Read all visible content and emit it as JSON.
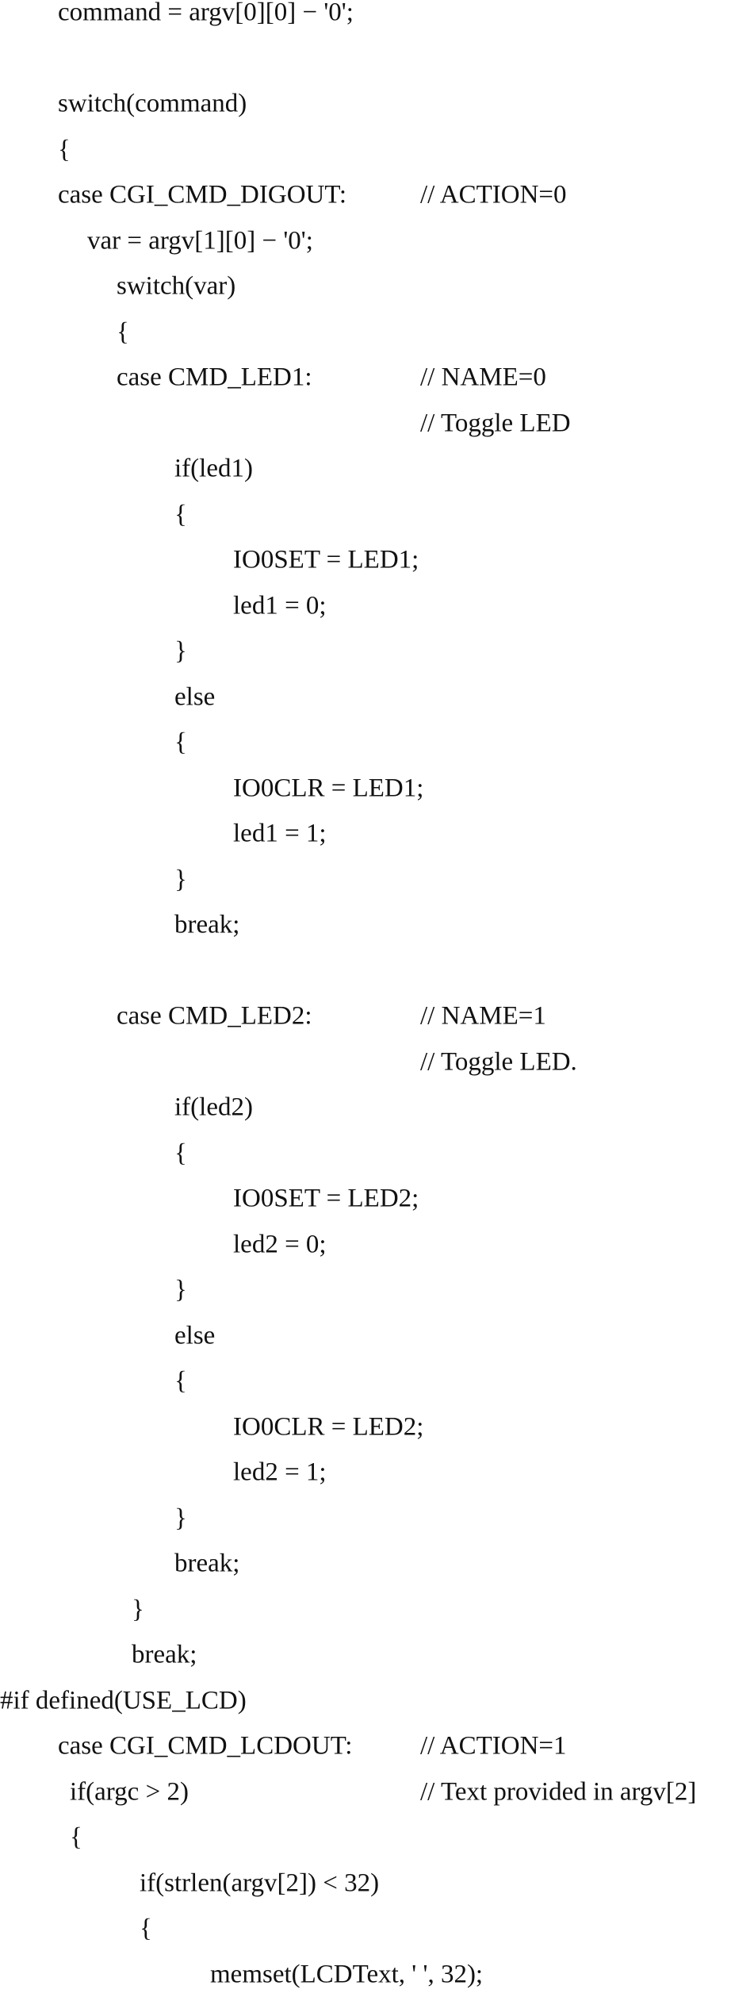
{
  "lines": [
    {
      "code": "command = argv[0][0] − '0';",
      "comment": ""
    },
    {
      "code": "",
      "comment": ""
    },
    {
      "code": "switch(command)",
      "comment": ""
    },
    {
      "code": "{",
      "comment": ""
    },
    {
      "code": "case CGI_CMD_DIGOUT:",
      "comment": "// ACTION=0"
    },
    {
      "code": "var = argv[1][0] − '0';",
      "comment": ""
    },
    {
      "code": "switch(var)",
      "comment": ""
    },
    {
      "code": "{",
      "comment": ""
    },
    {
      "code": "case CMD_LED1:",
      "comment": "// NAME=0"
    },
    {
      "code": "",
      "comment": "// Toggle LED"
    },
    {
      "code": "if(led1)",
      "comment": ""
    },
    {
      "code": "{",
      "comment": ""
    },
    {
      "code": "IO0SET = LED1;",
      "comment": ""
    },
    {
      "code": "led1 = 0;",
      "comment": ""
    },
    {
      "code": "}",
      "comment": ""
    },
    {
      "code": "else",
      "comment": ""
    },
    {
      "code": "{",
      "comment": ""
    },
    {
      "code": "IO0CLR = LED1;",
      "comment": ""
    },
    {
      "code": "led1 = 1;",
      "comment": ""
    },
    {
      "code": "}",
      "comment": ""
    },
    {
      "code": "break;",
      "comment": ""
    },
    {
      "code": "",
      "comment": ""
    },
    {
      "code": "case CMD_LED2:",
      "comment": "// NAME=1"
    },
    {
      "code": "",
      "comment": "// Toggle LED."
    },
    {
      "code": "if(led2)",
      "comment": ""
    },
    {
      "code": "{",
      "comment": ""
    },
    {
      "code": "IO0SET = LED2;",
      "comment": ""
    },
    {
      "code": "led2 = 0;",
      "comment": ""
    },
    {
      "code": "}",
      "comment": ""
    },
    {
      "code": "else",
      "comment": ""
    },
    {
      "code": "{",
      "comment": ""
    },
    {
      "code": "IO0CLR = LED2;",
      "comment": ""
    },
    {
      "code": "led2 = 1;",
      "comment": ""
    },
    {
      "code": "}",
      "comment": ""
    },
    {
      "code": "break;",
      "comment": ""
    },
    {
      "code": "}",
      "comment": ""
    },
    {
      "code": "break;",
      "comment": ""
    },
    {
      "code": "#if defined(USE_LCD)",
      "comment": ""
    },
    {
      "code": "case CGI_CMD_LCDOUT:",
      "comment": "// ACTION=1"
    },
    {
      "code": "if(argc > 2)",
      "comment": "// Text provided in argv[2]"
    },
    {
      "code": "{",
      "comment": ""
    },
    {
      "code": "if(strlen(argv[2]) < 32)",
      "comment": ""
    },
    {
      "code": "{",
      "comment": ""
    },
    {
      "code": "memset(LCDText, ' ', 32);",
      "comment": ""
    }
  ]
}
